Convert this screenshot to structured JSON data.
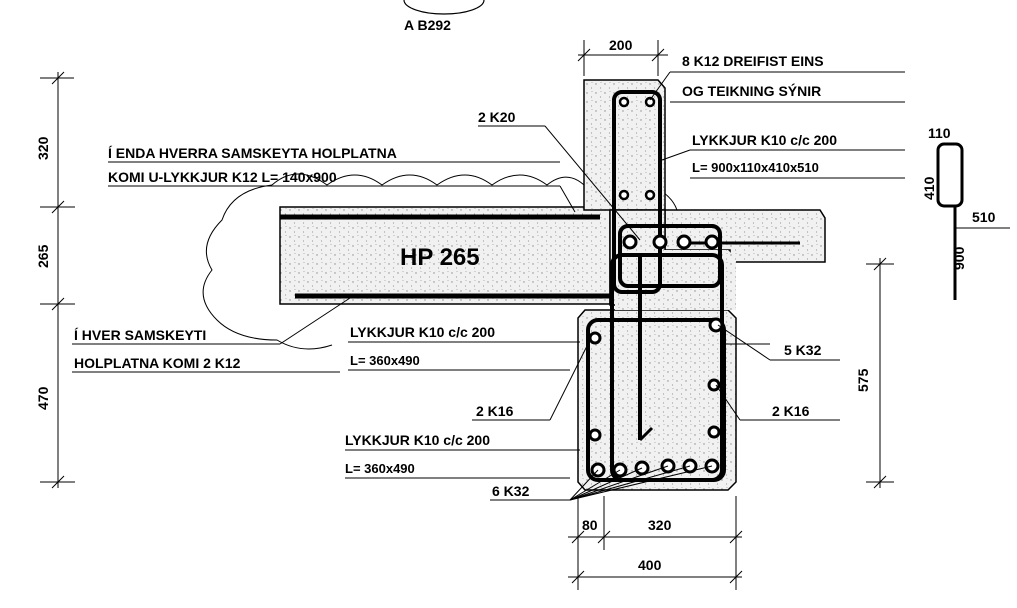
{
  "section_label": "A B292",
  "dimensions": {
    "top_width": "200",
    "left_320": "320",
    "left_265": "265",
    "left_470": "470",
    "right_575": "575",
    "bottom_80": "80",
    "bottom_320": "320",
    "bottom_400": "400"
  },
  "callouts": {
    "k12_dreifist_line1": "8 K12  DREIFIST EINS",
    "k12_dreifist_line2": "OG TEIKNING SÝNIR",
    "k20": "2 K20",
    "lykkjur_top_line1": "LYKKJUR K10 c/c 200",
    "lykkjur_top_line2": "L= 900x110x410x510",
    "enda_line1": "Í ENDA HVERRA SAMSKEYTA HOLPLATNA",
    "enda_line2": "KOMI U-LYKKJUR  K12 L= 140x900",
    "hp_label": "HP 265",
    "samskeyti_line1": "Í HVER SAMSKEYTI",
    "samskeyti_line2": "HOLPLATNA KOMI 2 K12",
    "lykkjur_mid_line1": "LYKKJUR K10 c/c 200",
    "lykkjur_mid_line2": "L= 360x490",
    "k32_5": "5 K32",
    "k16_left": "2 K16",
    "k16_right": "2 K16",
    "lykkjur_bot_line1": "LYKKJUR K10 c/c 200",
    "lykkjur_bot_line2": "L= 360x490",
    "k32_6": "6 K32"
  },
  "stirrup_detail": {
    "d110": "110",
    "d410": "410",
    "d510": "510",
    "d900": "900"
  }
}
